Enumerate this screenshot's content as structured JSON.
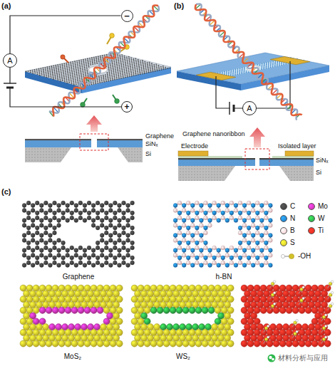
{
  "diagram": {
    "nodes": [
      {
        "text": [
          "−"
        ]
      },
      {
        "text": [
          "A"
        ]
      },
      {
        "text": [
          "+"
        ]
      },
      {
        "text": [
          "A"
        ]
      }
    ],
    "edges": [
      {
        "from": 0,
        "to": 1,
        "arrow": "none"
      },
      {
        "from": 1,
        "to": 2,
        "arrow": "none"
      }
    ],
    "labels": [
      "(a)",
      "(b)",
      "Graphene",
      "SiNₓ",
      "Si",
      "Electrode",
      "Graphene nanoribbon",
      "Isolated layer",
      "SiNₓ",
      "Si",
      "(c)",
      "Graphene",
      "h-BN",
      "MoS₂",
      "WS₂",
      "材料分析与应用"
    ],
    "legend": [
      {
        "text": "C",
        "color": "#3a3a3a"
      },
      {
        "text": "N",
        "color": "#1e73be"
      },
      {
        "text": "B",
        "color": "#f2c4c8"
      },
      {
        "text": "S",
        "color": "#d2c228"
      },
      {
        "text": "Mo",
        "color": "#c030a0"
      },
      {
        "text": "W",
        "color": "#2a9a40"
      },
      {
        "text": "Ti",
        "color": "#e0281e"
      },
      {
        "text": "-OH"
      }
    ]
  }
}
